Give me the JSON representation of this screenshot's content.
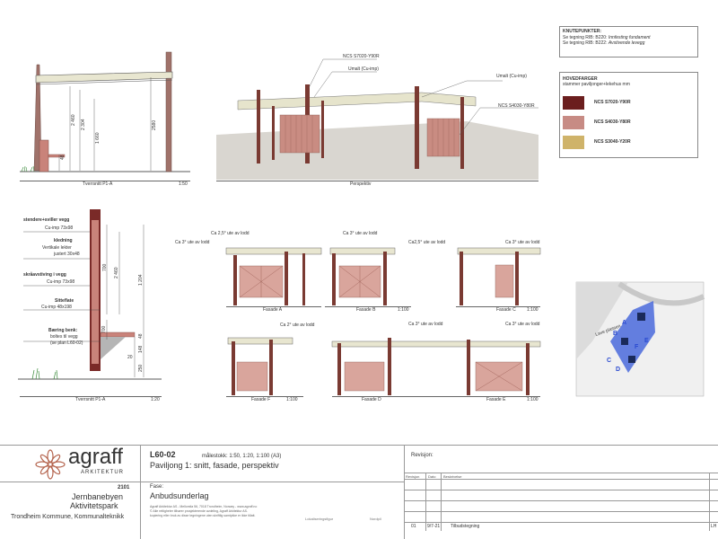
{
  "knutepunkter": {
    "title": "KNUTEPUNKTER:",
    "line1_prefix": "Se tegning RIB: B220: ",
    "line1_italic": "Innfesting fundament",
    "line2_prefix": "Se tegning RIB: B222: ",
    "line2_italic": "Avstivende levegg"
  },
  "hovedfarger": {
    "title": "HOVEDFARGER",
    "subtitle": "stammer paviljonger+lekehus mm",
    "items": [
      {
        "label": "NCS S7020-Y90R",
        "color": "#6b1e1e"
      },
      {
        "label": "NCS S4030-Y80R",
        "color": "#c78b84"
      },
      {
        "label": "NCS S3040-Y20R",
        "color": "#cfb36a"
      }
    ]
  },
  "section_top": {
    "dims": [
      "2 460",
      "2 304",
      "1 660",
      "48",
      "2580"
    ],
    "caption": "Tverrsnitt P1-A",
    "scale": "1:50"
  },
  "perspective": {
    "labels": [
      "NCS S7020-Y90R",
      "Umalt (Cu-imp)",
      "Umalt (Cu-imp)",
      "NCS S4030-Y80R"
    ],
    "caption": "Perspektiv"
  },
  "section_detail": {
    "labels": [
      {
        "title": "stendere+sviller vegg",
        "sub": [
          "Cu-imp 73x98"
        ]
      },
      {
        "title": "kledning",
        "sub": [
          "Vertikale lekter",
          "justert 30x48"
        ]
      },
      {
        "title": "skråavstiving i vegg",
        "sub": [
          "Cu-imp 73x98"
        ]
      },
      {
        "title": "Sitteflate",
        "sub": [
          "Cu-imp 48x198"
        ]
      },
      {
        "title": "Bæring benk:",
        "sub": [
          "boltes til vegg",
          "(se plan L60-02)"
        ]
      }
    ],
    "dims": [
      "700",
      "2 460",
      "1 204",
      "700",
      "48",
      "148",
      "250",
      "20"
    ],
    "caption": "Tverrsnitt P1-A",
    "scale": "1:20"
  },
  "facades": {
    "annotations": [
      "Ca 2,5° ute av lodd",
      "Ca 3° ute av lodd",
      "Ca 3° ute av lodd",
      "Ca2,5° ute av lodd",
      "Ca 3° ute av lodd",
      "Ca 2° ute av lodd",
      "Ca 3° ute av lodd",
      "Ca 3° ute av lodd"
    ],
    "captions": {
      "a": "Fasade A",
      "b": "Fasade B",
      "c": "Fasade C",
      "d": "Fasade D",
      "e": "Fasade E",
      "f": "Fasade F"
    },
    "scale": "1:100"
  },
  "map": {
    "letters": [
      "A",
      "B",
      "C",
      "D",
      "E",
      "F"
    ],
    "labels": [
      "Lave plassen"
    ]
  },
  "title_block": {
    "logo_word": "agraff",
    "logo_sub": "ARKITEKTUR",
    "project_no": "2101",
    "project_name_1": "Jernbanebyen",
    "project_name_2": "Aktivitetspark",
    "client": "Trondheim Kommune, Kommunalteknikk",
    "drawing_no": "L60-02",
    "scale_text": "målestokk: 1:50, 1:20, 1:100 (A3)",
    "drawing_title": "Paviljong 1: snitt, fasade, perspektiv",
    "fase_label": "Fase:",
    "fase_value": "Anbudsunderlag",
    "company_line1": "Agraff Arkitektur AS - Mellomila 56, 7018 Trondheim, Norway - www.agraff.no",
    "company_line2": "© Alle rettigheter tilhører prosjekterende avdeling, Agraff Arkitektur AS.",
    "company_line3": "kopiering eller bruk av disse tegningene uten skriftlig samtykke er ikke tillatt.",
    "lokalisering": "Lokaliseringsfigur",
    "nordpil": "Nordpil",
    "revisjon_title": "Revisjon:",
    "rev_headers": [
      "Revisjon",
      "Dato",
      "Beskrivelse"
    ],
    "rev_row": {
      "rev": "01",
      "date": "9/7-21",
      "desc": "Tilbudstegning"
    },
    "sheet_code": "LH"
  }
}
